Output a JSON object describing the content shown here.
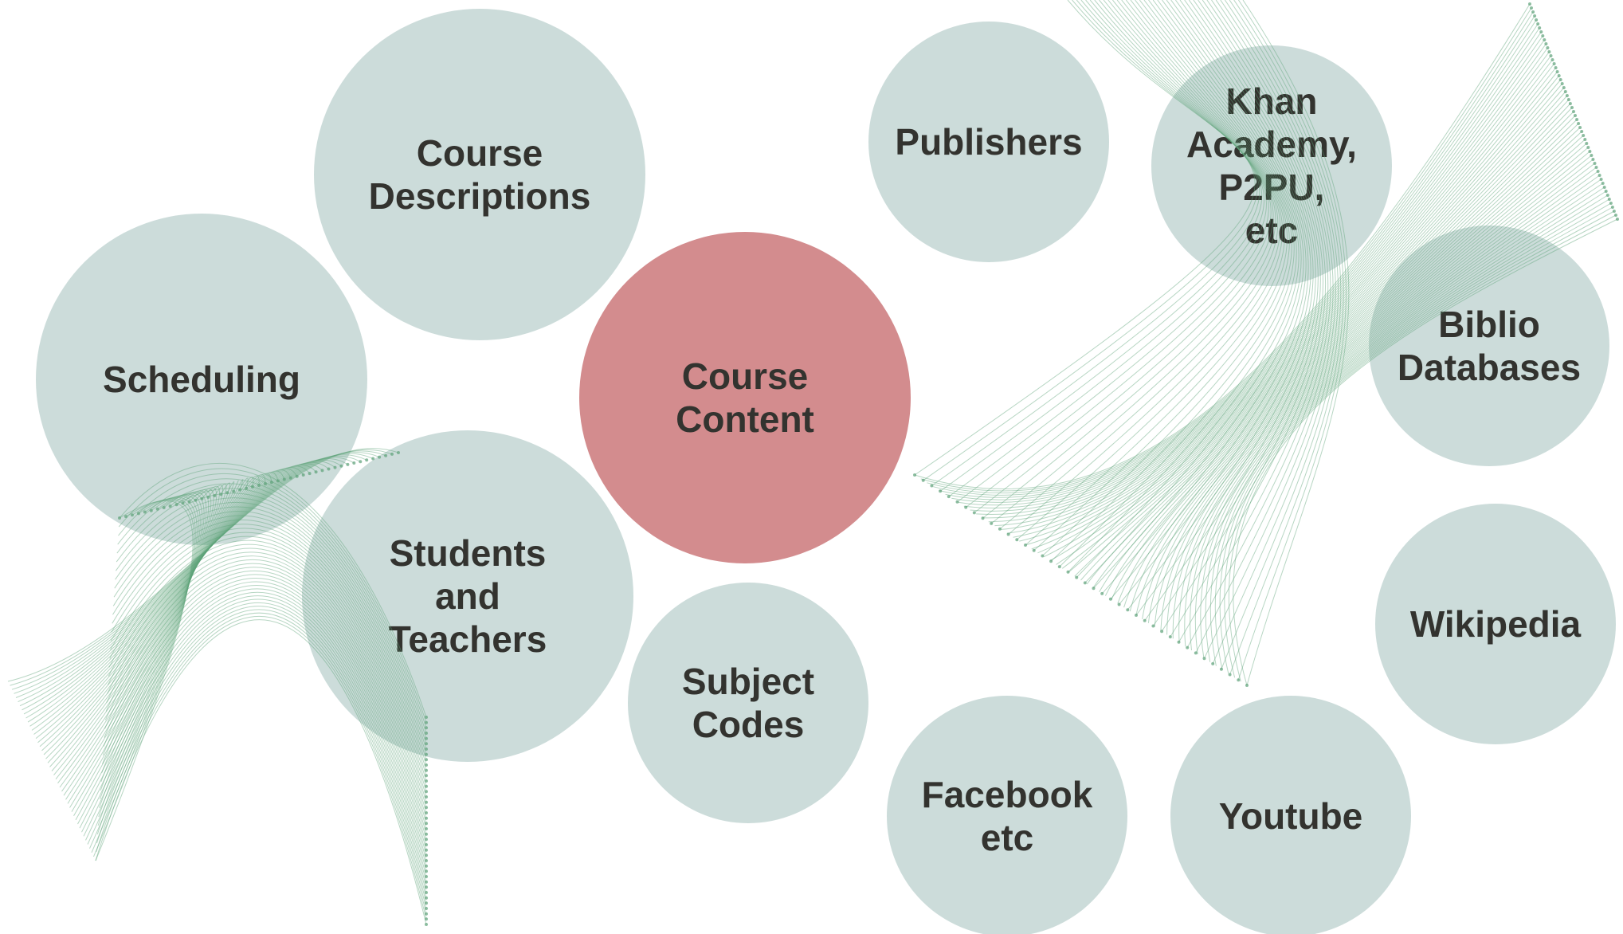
{
  "diagram": {
    "center": {
      "label": "Course\nContent",
      "color": "#d38c8e"
    },
    "satellite_color": "#c9d9d7",
    "ribbon_color": "#5fa37a",
    "nodes": [
      {
        "id": "course-descriptions",
        "label": "Course\nDescriptions"
      },
      {
        "id": "scheduling",
        "label": "Scheduling"
      },
      {
        "id": "students-teachers",
        "label": "Students\nand\nTeachers"
      },
      {
        "id": "subject-codes",
        "label": "Subject\nCodes"
      },
      {
        "id": "publishers",
        "label": "Publishers"
      },
      {
        "id": "khan",
        "label": "Khan\nAcademy,\nP2PU,\netc"
      },
      {
        "id": "biblio",
        "label": "Biblio\nDatabases"
      },
      {
        "id": "wikipedia",
        "label": "Wikipedia"
      },
      {
        "id": "youtube",
        "label": "Youtube"
      },
      {
        "id": "facebook",
        "label": "Facebook\netc"
      }
    ]
  }
}
